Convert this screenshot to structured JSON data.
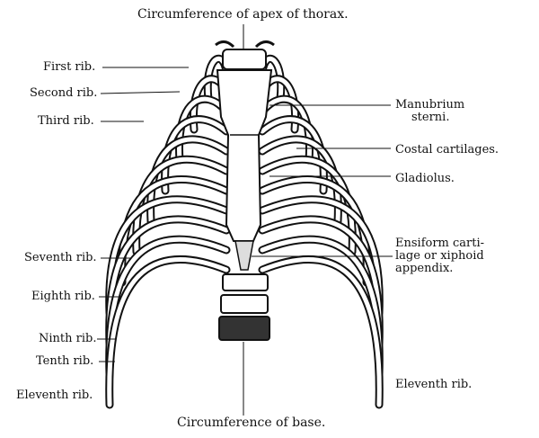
{
  "labels": {
    "apex": "Circumference of apex of thorax.",
    "base": "Circumference of base.",
    "first_rib": "First rib.",
    "second_rib": "Second rib.",
    "third_rib": "Third rib.",
    "seventh_rib": "Seventh rib.",
    "eighth_rib": "Eighth rib.",
    "ninth_rib": "Ninth rib.",
    "tenth_rib": "Tenth rib.",
    "eleventh_rib_left": "Eleventh rib.",
    "eleventh_rib_right": "Eleventh rib.",
    "manubrium_1": "Manubrium",
    "manubrium_2": "sterni.",
    "costal_cartilages": "Costal cartilages.",
    "gladiolus": "Gladiolus.",
    "ensiform_1": "Ensiform carti-",
    "ensiform_2": "lage or xiphoid",
    "ensiform_3": "appendix."
  }
}
